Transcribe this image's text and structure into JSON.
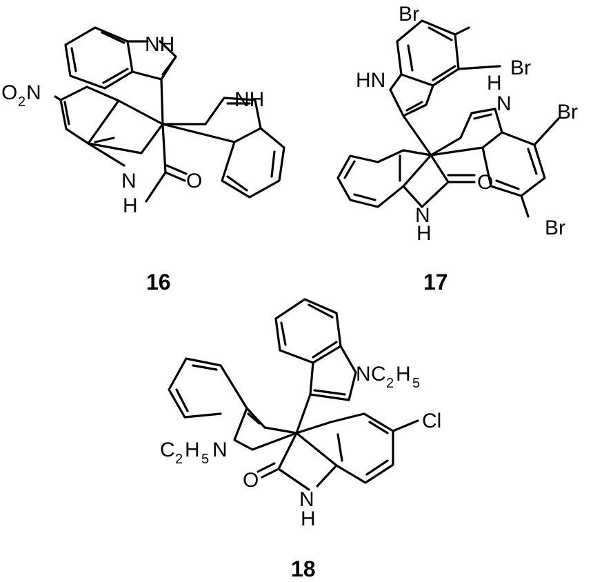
{
  "compounds": [
    {
      "label": "16",
      "atoms": {
        "nh_top": "NH",
        "nitro_o": "O",
        "nitro_sub": "2",
        "nitro_n": "N",
        "nh_right": "NH",
        "carbonyl_o": "O",
        "lactam_n": "N",
        "lactam_h": "H"
      }
    },
    {
      "label": "17",
      "atoms": {
        "br1": "Br",
        "br2": "Br",
        "hn": "HN",
        "nh_h": "H",
        "nh_n": "N",
        "br3": "Br",
        "br4": "Br",
        "carbonyl_o": "O",
        "lactam_n": "N",
        "lactam_h": "H"
      }
    },
    {
      "label": "18",
      "atoms": {
        "ethyl_top_n": "N",
        "ethyl_top_c": "C",
        "ethyl_top_2": "2",
        "ethyl_top_h": "H",
        "ethyl_top_5": "5",
        "cl": "Cl",
        "ethyl_left_c": "C",
        "ethyl_left_2": "2",
        "ethyl_left_h": "H",
        "ethyl_left_5": "5",
        "ethyl_left_n": "N",
        "carbonyl_o": "O",
        "lactam_n": "N",
        "lactam_h": "H"
      }
    }
  ]
}
